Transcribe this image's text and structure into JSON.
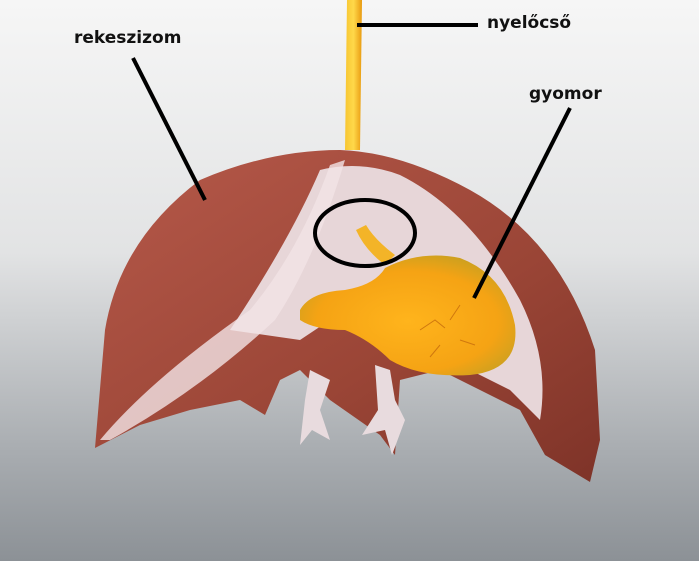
{
  "labels": {
    "diaphragm": "rekeszizom",
    "esophagus": "nyelőcső",
    "stomach": "gyomor"
  },
  "colors": {
    "muscle": "#a14a3c",
    "inner": "#ead9db",
    "esophagus": "#f2b01e",
    "stomach": "#f6a81a",
    "line": "#000000"
  }
}
